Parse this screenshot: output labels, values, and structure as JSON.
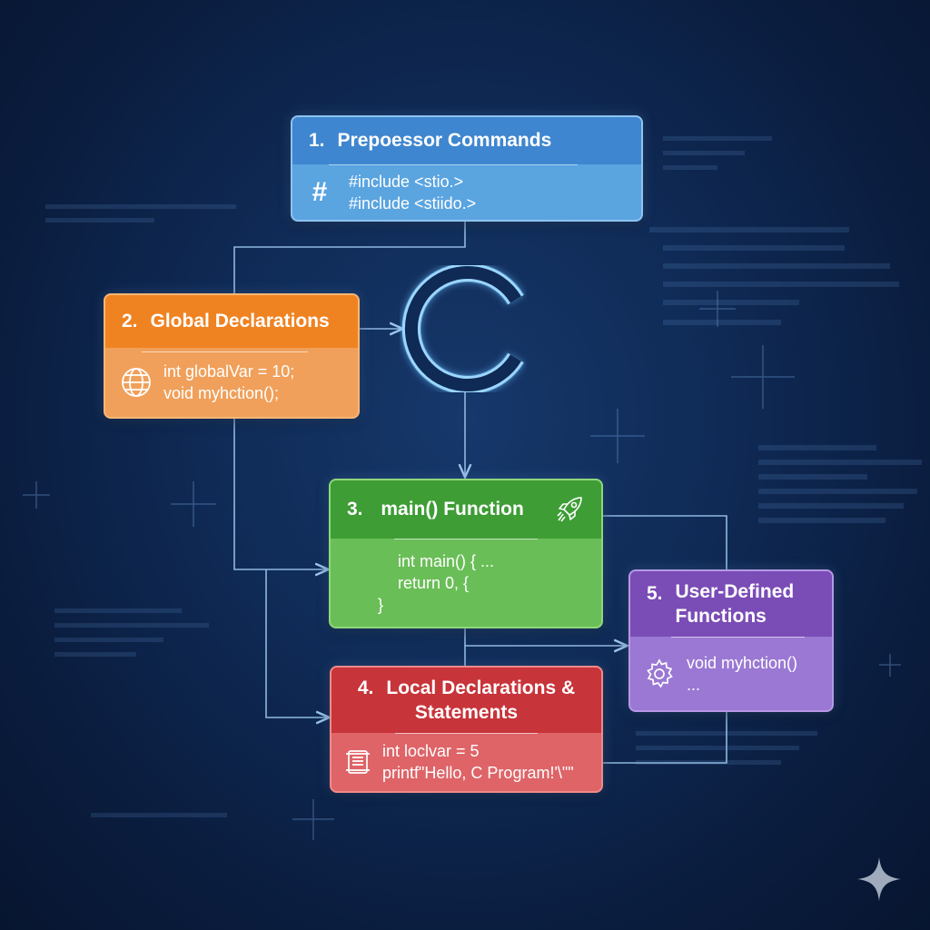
{
  "logo": {
    "letter": "C",
    "glow_color": "#6fc3ff"
  },
  "sections": {
    "preprocessor": {
      "number": "1.",
      "title": "Prepoessor Commands",
      "icon": "hash-icon",
      "icon_glyph": "#",
      "code": [
        "#include <stio.>",
        "#include <stiido.>"
      ],
      "color": "#3f86d0"
    },
    "global": {
      "number": "2.",
      "title": "Global Declarations",
      "icon": "globe-icon",
      "code": [
        "int globalVar = 10;",
        "void myhction();"
      ],
      "color": "#ef8322"
    },
    "main": {
      "number": "3.",
      "title": "main() Function",
      "icon": "rocket-icon",
      "code": [
        "int main() { ...",
        "return 0, {",
        "}"
      ],
      "color": "#3e9d35"
    },
    "local": {
      "number": "4.",
      "title_line1": "Local Declarations &",
      "title_line2": "Statements",
      "icon": "scroll-icon",
      "code": [
        "int loclvar = 5",
        "printf\"Hello, C Program!'\\\"\""
      ],
      "color": "#c7343a"
    },
    "user_defined": {
      "number": "5.",
      "title_line1": "User-Defined",
      "title_line2": "Functions",
      "icon": "gear-icon",
      "code": [
        "void myhction()",
        "..."
      ],
      "color": "#7a4cb6"
    }
  }
}
